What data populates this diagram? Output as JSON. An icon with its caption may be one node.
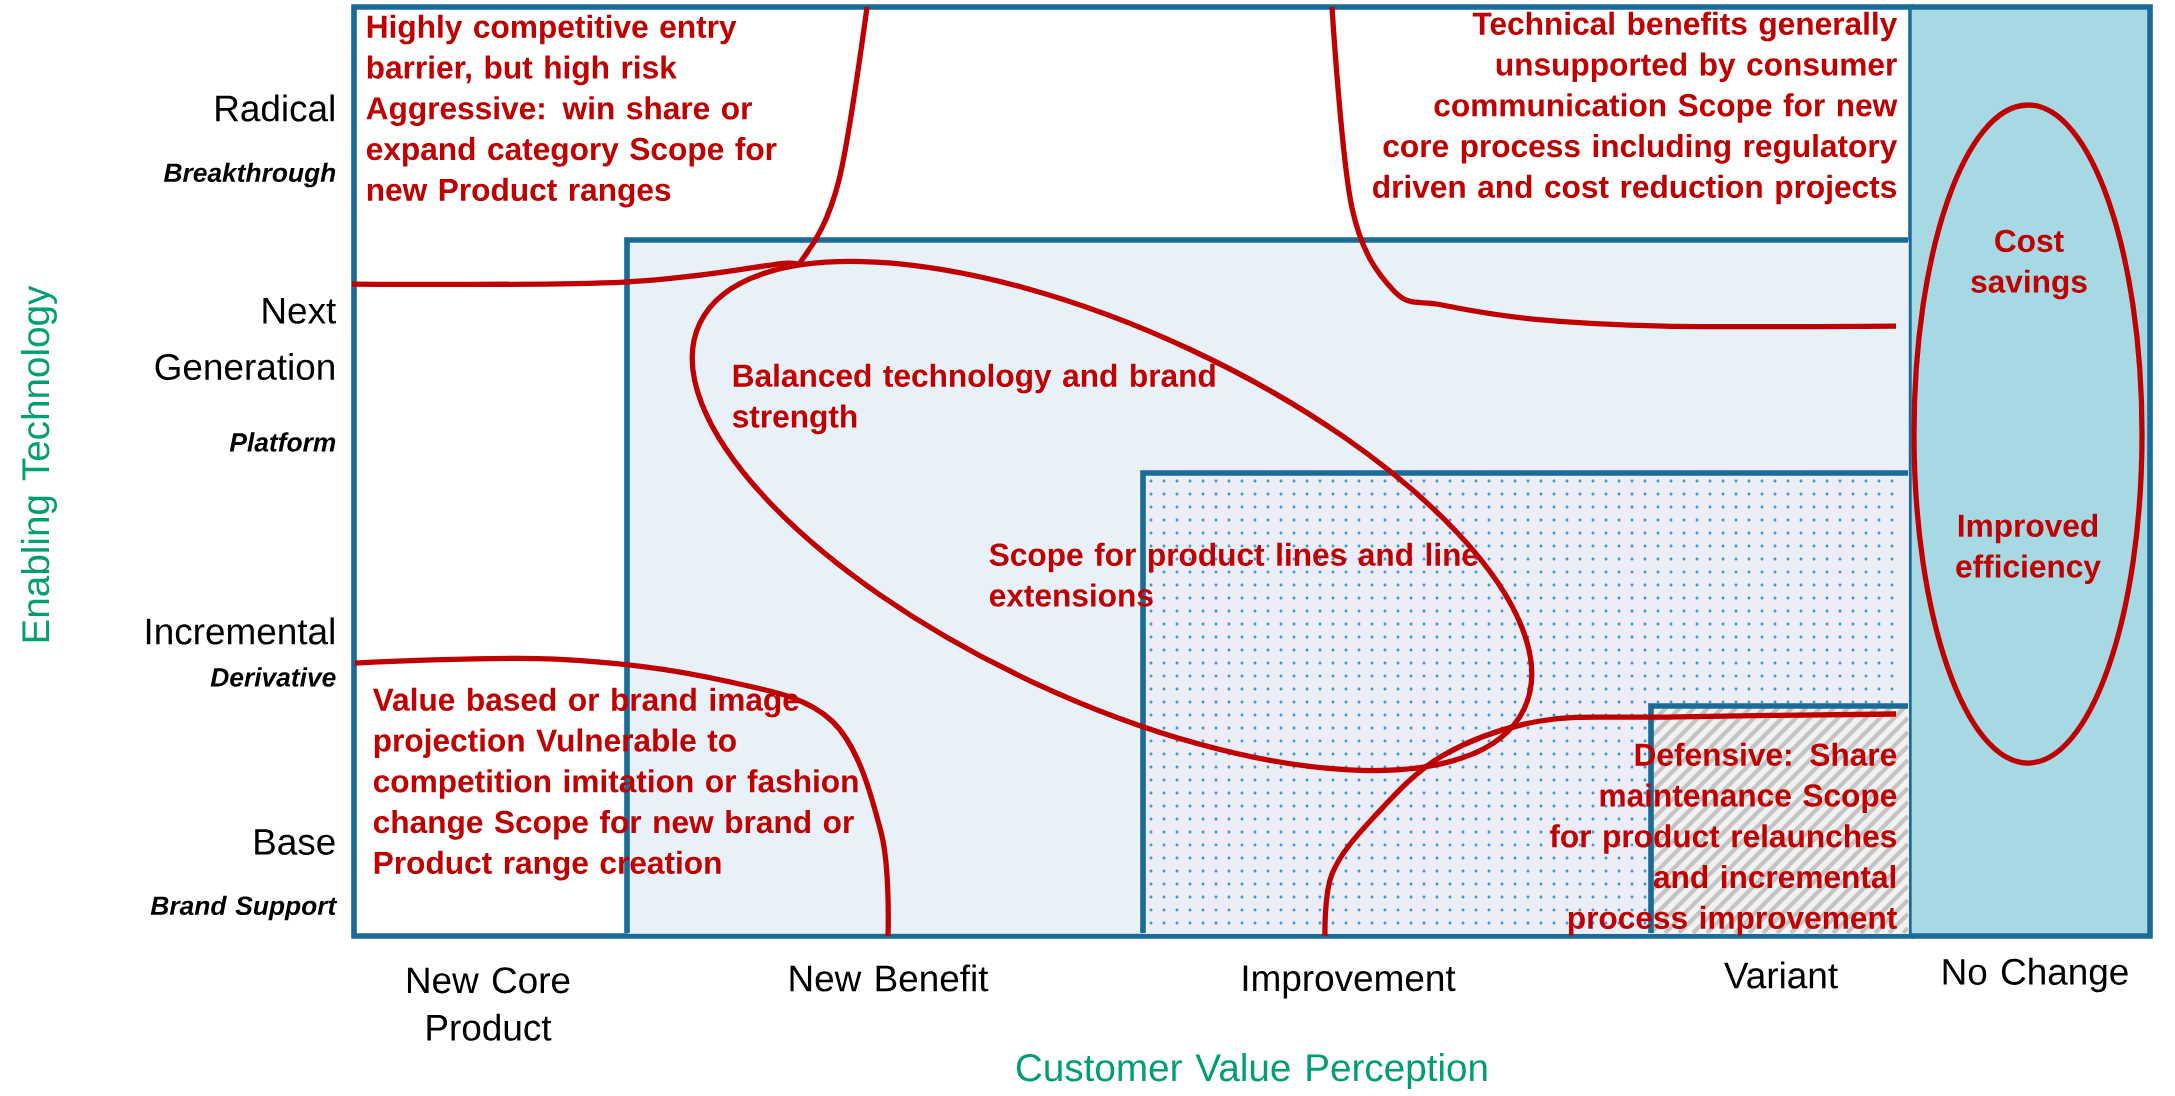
{
  "diagram": {
    "nodes": [
      {
        "text": [
          "Highly competitive entry barrier, but high risk Aggressive: win share or expand category Scope for new Product ranges",
          "Technical benefits generally unsupported by consumer communication Scope for new core process including regulatory driven and cost reduction projects",
          "Value based or brand image projection Vulnerable to competition imitation or fashion change Scope for new brand or Product range creation"
        ]
      },
      {
        "text": [],
        "shape": "box",
        "in": 0
      },
      {
        "text": [
          "Balanced technology and brand strength"
        ],
        "in": 1
      },
      {
        "text": [],
        "shape": "box",
        "in": 1
      },
      {
        "text": [],
        "shape": "box",
        "in": 3
      },
      {
        "text": [],
        "shape": "box"
      },
      {
        "text": [
          "Cost savings",
          "Improved efficiency"
        ],
        "in": 5
      }
    ],
    "labels": [
      "Radical",
      "Breakthrough",
      "Next Generation",
      "Platform",
      "Scope for product lines and line extensions",
      "Incremental",
      "Derivative",
      "Defensive: Share maintenance Scope for product relaunches and incremental process improvement",
      "Base",
      "Brand Support",
      "New Core Product",
      "New Benefit",
      "Improvement",
      "Variant",
      "No Change",
      "Customer Value Perception",
      "Enabling Technology"
    ]
  }
}
